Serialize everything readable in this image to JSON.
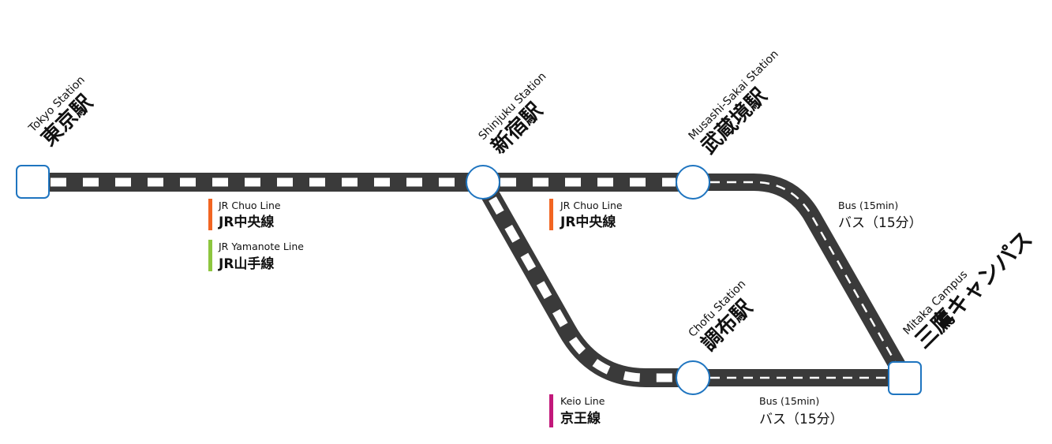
{
  "stations": {
    "tokyo": {
      "en": "Tokyo Station",
      "ja": "東京駅"
    },
    "shinjuku": {
      "en": "Shinjuku Station",
      "ja": "新宿駅"
    },
    "musashi": {
      "en": "Musashi-Sakai Station",
      "ja": "武蔵境駅"
    },
    "chofu": {
      "en": "Chofu Station",
      "ja": "調布駅"
    },
    "mitaka": {
      "en": "Mitaka Campus",
      "ja": "三鷹キャンパス"
    }
  },
  "lines": {
    "chuo_1": {
      "en": "JR Chuo Line",
      "ja": "JR中央線",
      "color": "#f26522"
    },
    "yamanote": {
      "en": "JR Yamanote Line",
      "ja": "JR山手線",
      "color": "#8dc63f"
    },
    "chuo_2": {
      "en": "JR Chuo Line",
      "ja": "JR中央線",
      "color": "#f26522"
    },
    "keio": {
      "en": "Keio Line",
      "ja": "京王線",
      "color": "#c2187a"
    }
  },
  "bus": {
    "upper": {
      "en": "Bus (15min)",
      "ja": "バス（15分）"
    },
    "lower": {
      "en": "Bus (15min)",
      "ja": "バス（15分）"
    }
  },
  "colors": {
    "track": "#3a3a3a",
    "station_fill": "#ffffff",
    "station_stroke": "#1f75c0"
  }
}
